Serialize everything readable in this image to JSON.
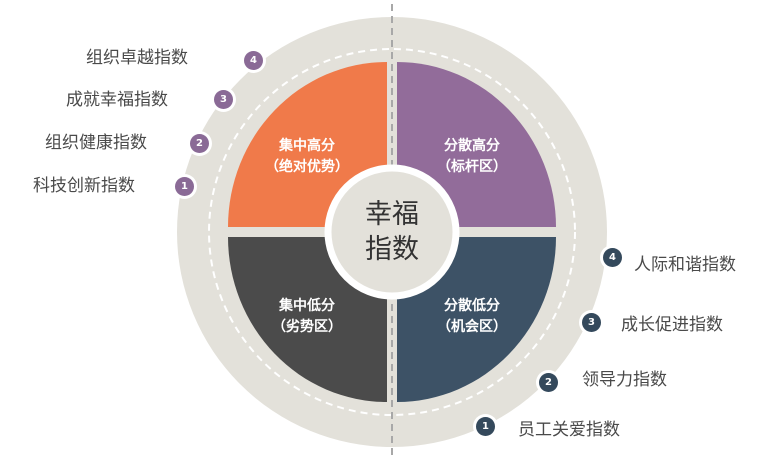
{
  "center": {
    "line1": "幸福",
    "line2": "指数"
  },
  "quadrants": {
    "top_left": {
      "line1": "集中高分",
      "line2": "（绝对优势）",
      "color": "#f07a4a"
    },
    "top_right": {
      "line1": "分散高分",
      "line2": "（标杆区）",
      "color": "#926c9a"
    },
    "bottom_left": {
      "line1": "集中低分",
      "line2": "（劣势区）",
      "color": "#4b4b4b"
    },
    "bottom_right": {
      "line1": "分散低分",
      "line2": "（机会区）",
      "color": "#3d5266"
    }
  },
  "left_indices": [
    {
      "num": "4",
      "label": "组织卓越指数"
    },
    {
      "num": "3",
      "label": "成就幸福指数"
    },
    {
      "num": "2",
      "label": "组织健康指数"
    },
    {
      "num": "1",
      "label": "科技创新指数"
    }
  ],
  "right_indices": [
    {
      "num": "4",
      "label": "人际和谐指数"
    },
    {
      "num": "3",
      "label": "成长促进指数"
    },
    {
      "num": "2",
      "label": "领导力指数"
    },
    {
      "num": "1",
      "label": "员工关爱指数"
    }
  ],
  "colors": {
    "outer_ring": "#e3e1da",
    "left_badge": "#8a6a96",
    "right_badge": "#34495c"
  }
}
